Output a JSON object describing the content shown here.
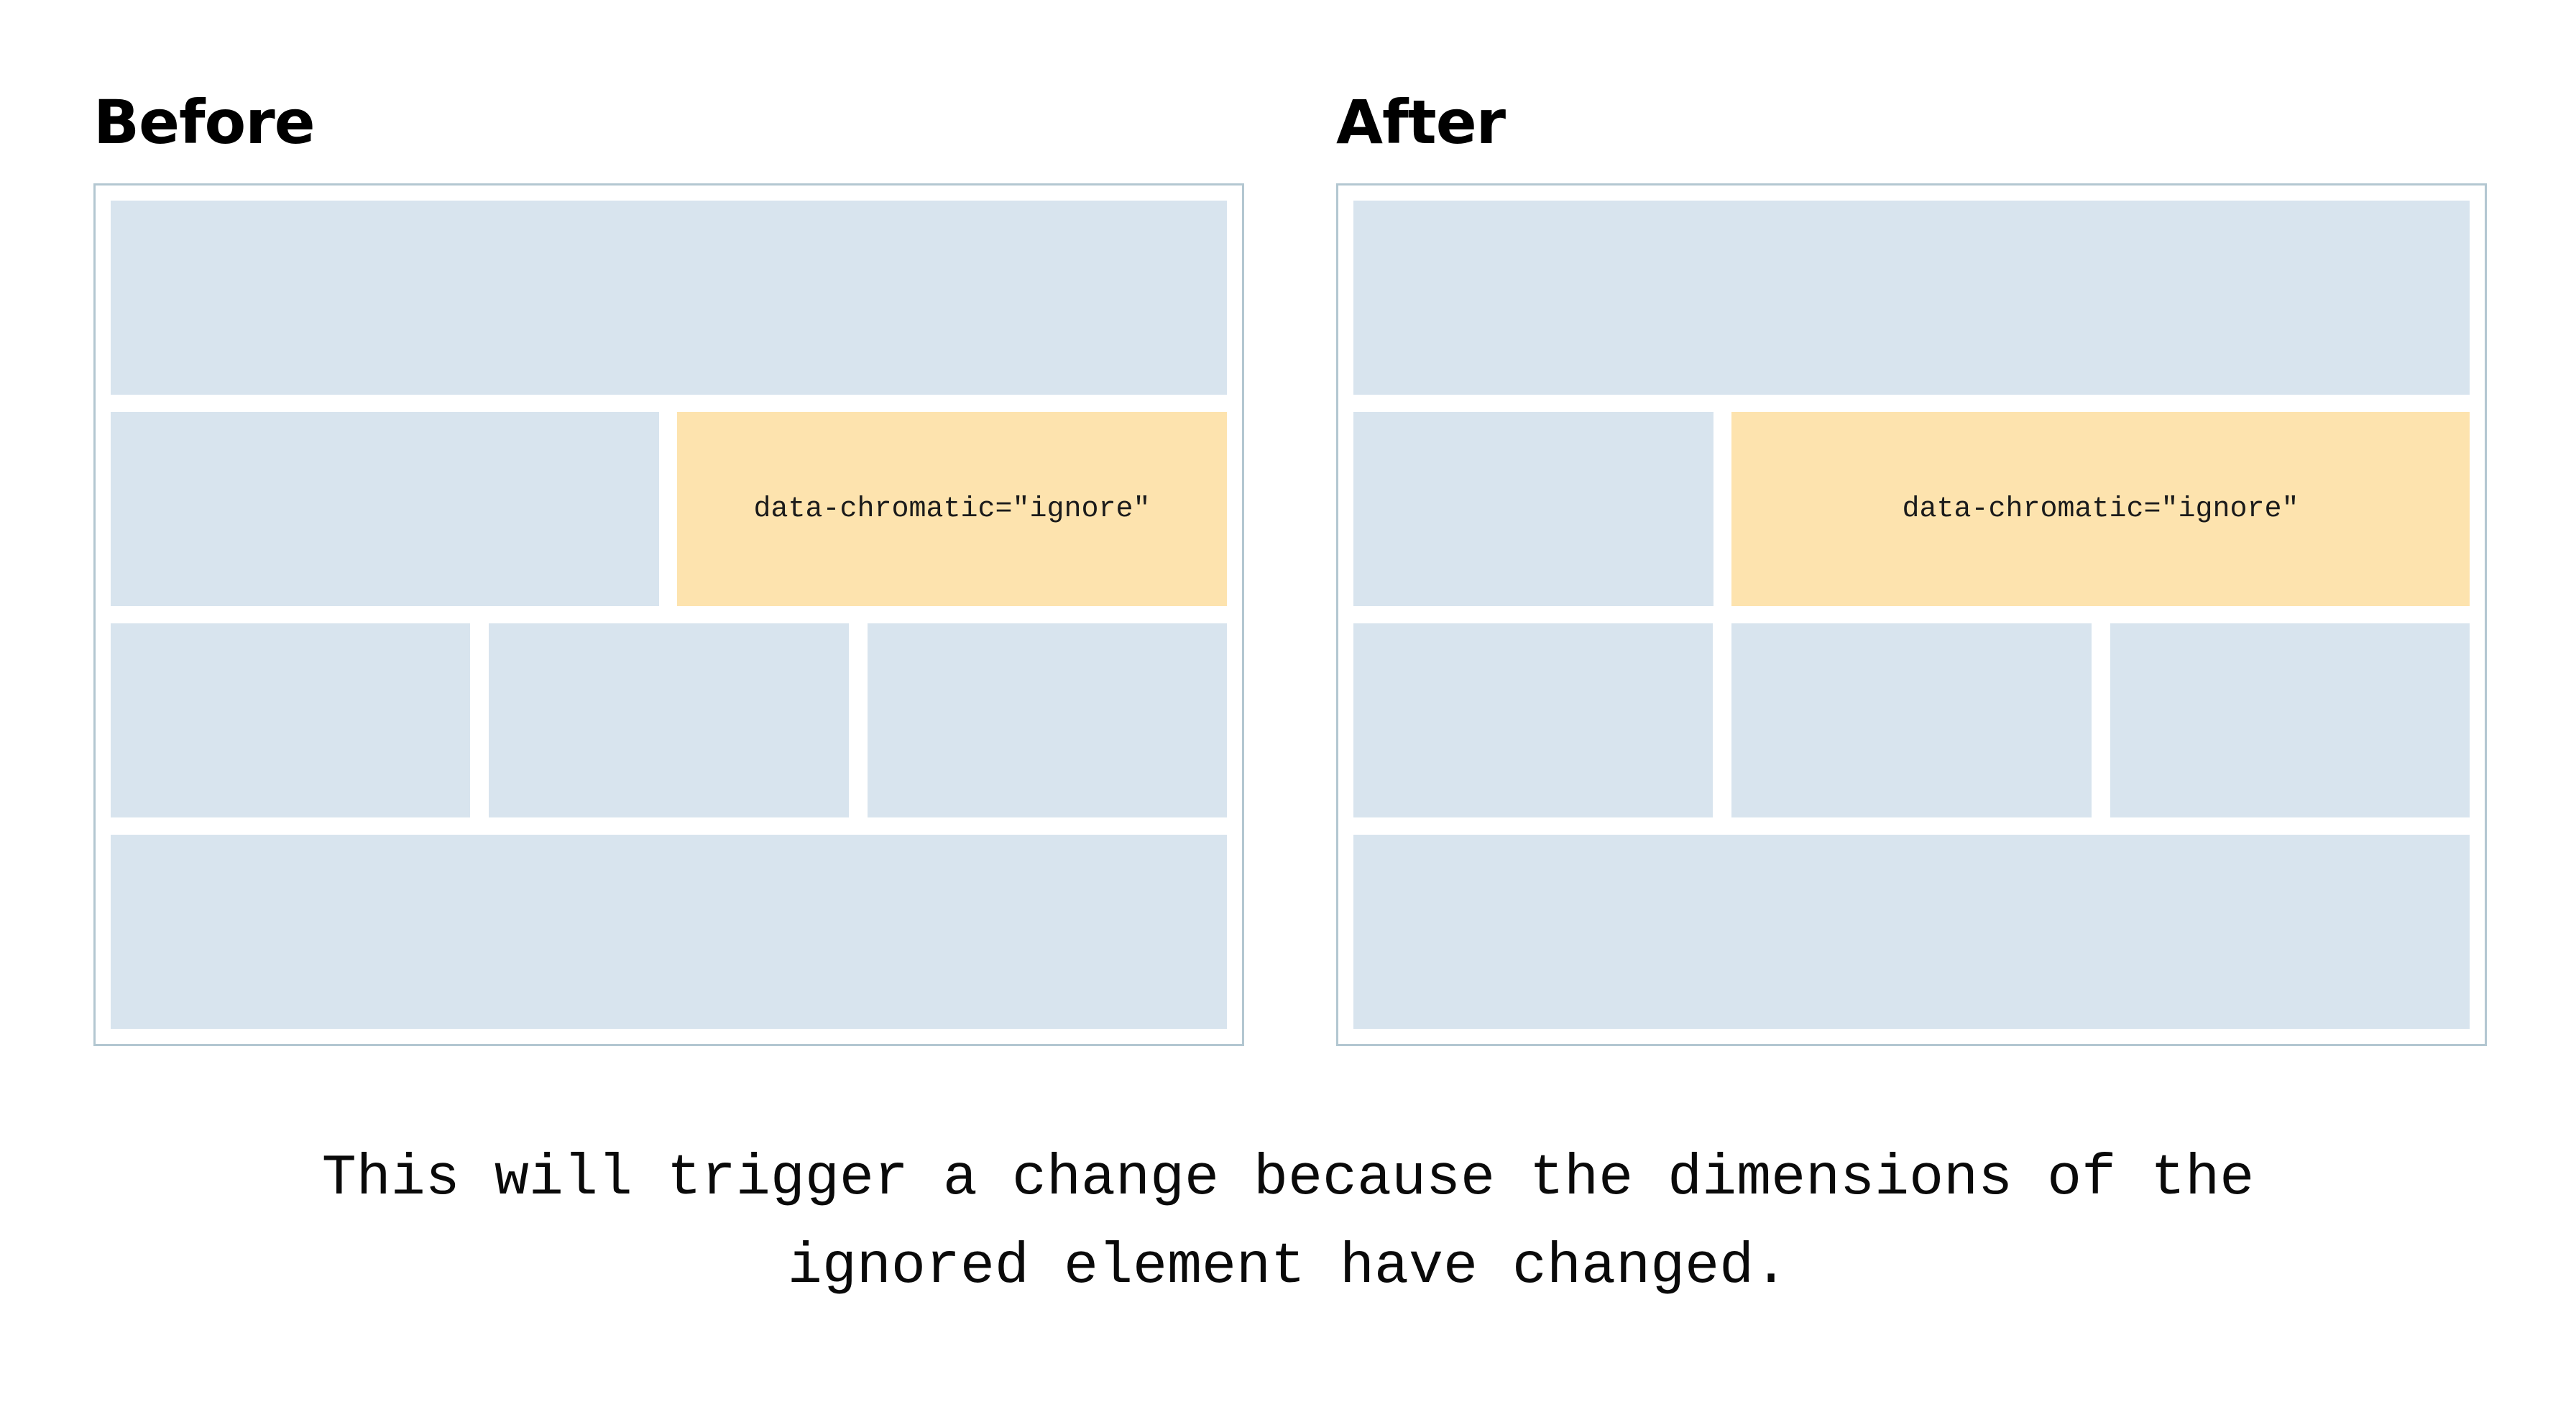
{
  "diagram": {
    "before": {
      "title": "Before",
      "ignored_label": "data-chromatic=\"ignore\""
    },
    "after": {
      "title": "After",
      "ignored_label": "data-chromatic=\"ignore\""
    },
    "caption": {
      "lines": [
        "This will trigger a change because the dimensions of the",
        "ignored element have changed."
      ]
    },
    "colors": {
      "placeholder_block_blue": "#d8e4ee",
      "ignored_element_orange": "#fde3ae",
      "panel_border": "#b3c7d1",
      "text": "#000000",
      "background": "#ffffff"
    }
  }
}
